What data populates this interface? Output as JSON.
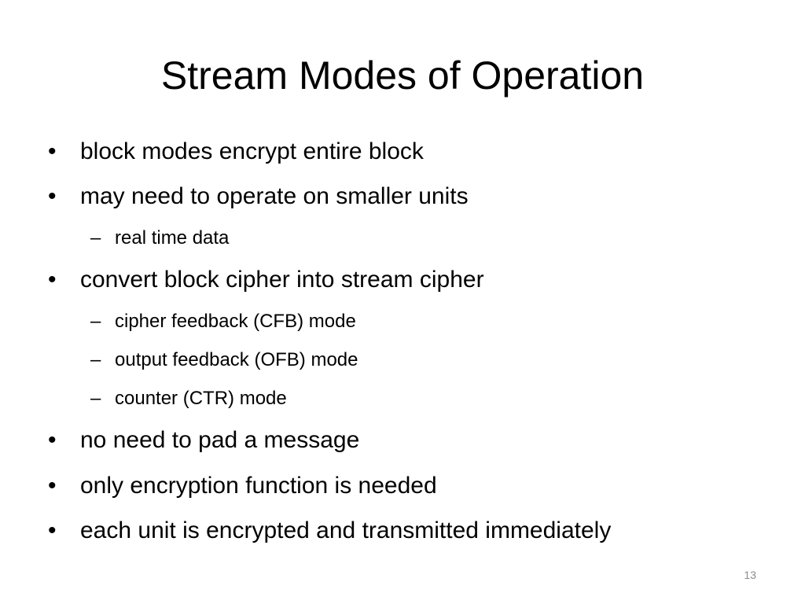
{
  "slide": {
    "title": "Stream Modes of Operation",
    "page_number": "13",
    "bullet_marker": "•",
    "sub_marker": "–",
    "bullets": [
      {
        "level": 1,
        "text": "block modes encrypt entire block"
      },
      {
        "level": 1,
        "text": "may need to operate on smaller units"
      },
      {
        "level": 2,
        "text": "real time data"
      },
      {
        "level": 1,
        "text": "convert block cipher into stream cipher"
      },
      {
        "level": 2,
        "text": "cipher feedback (CFB) mode"
      },
      {
        "level": 2,
        "text": "output feedback (OFB) mode"
      },
      {
        "level": 2,
        "text": "counter (CTR) mode"
      },
      {
        "level": 1,
        "text": "no need to pad a message"
      },
      {
        "level": 1,
        "text": "only encryption function is needed"
      },
      {
        "level": 1,
        "text": "each unit is encrypted and transmitted immediately"
      }
    ]
  }
}
